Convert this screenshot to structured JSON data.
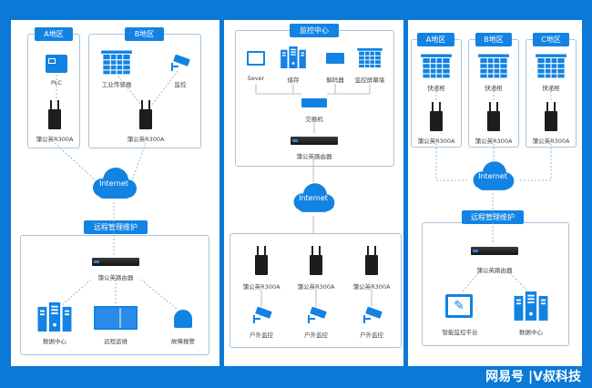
{
  "panel1": {
    "region_a": "A地区",
    "region_b": "B地区",
    "plc": "PLC",
    "sensor": "工业传感器",
    "monitor": "监控",
    "router_a": "蒲公英R300A",
    "router_b": "蒲公英R300A",
    "internet": "Internet",
    "remote_tag": "远程管理维护",
    "core_router": "蒲公英路由器",
    "items": [
      "数据中心",
      "远程运维",
      "故障报警"
    ]
  },
  "panel2": {
    "center_tag": "监控中心",
    "devices": [
      "Sever",
      "储存",
      "解码器",
      "监控屏幕墙"
    ],
    "switch": "交换机",
    "core_router": "蒲公英路由器",
    "internet": "Internet",
    "routers": [
      "蒲公英R300A",
      "蒲公英R300A",
      "蒲公英R300A"
    ],
    "cameras": [
      "户外监控",
      "户外监控",
      "户外监控"
    ]
  },
  "panel3": {
    "regions": [
      "A地区",
      "B地区",
      "C地区"
    ],
    "lockers": [
      "快递柜",
      "快递柜",
      "快递柜"
    ],
    "routers": [
      "蒲公英R300A",
      "蒲公英R300A",
      "蒲公英R300A"
    ],
    "internet": "Internet",
    "remote_tag": "远程管理维护",
    "core_router": "蒲公英路由器",
    "items": [
      "智能监控平台",
      "数据中心"
    ]
  },
  "watermark": "网易号 |V叔科技"
}
